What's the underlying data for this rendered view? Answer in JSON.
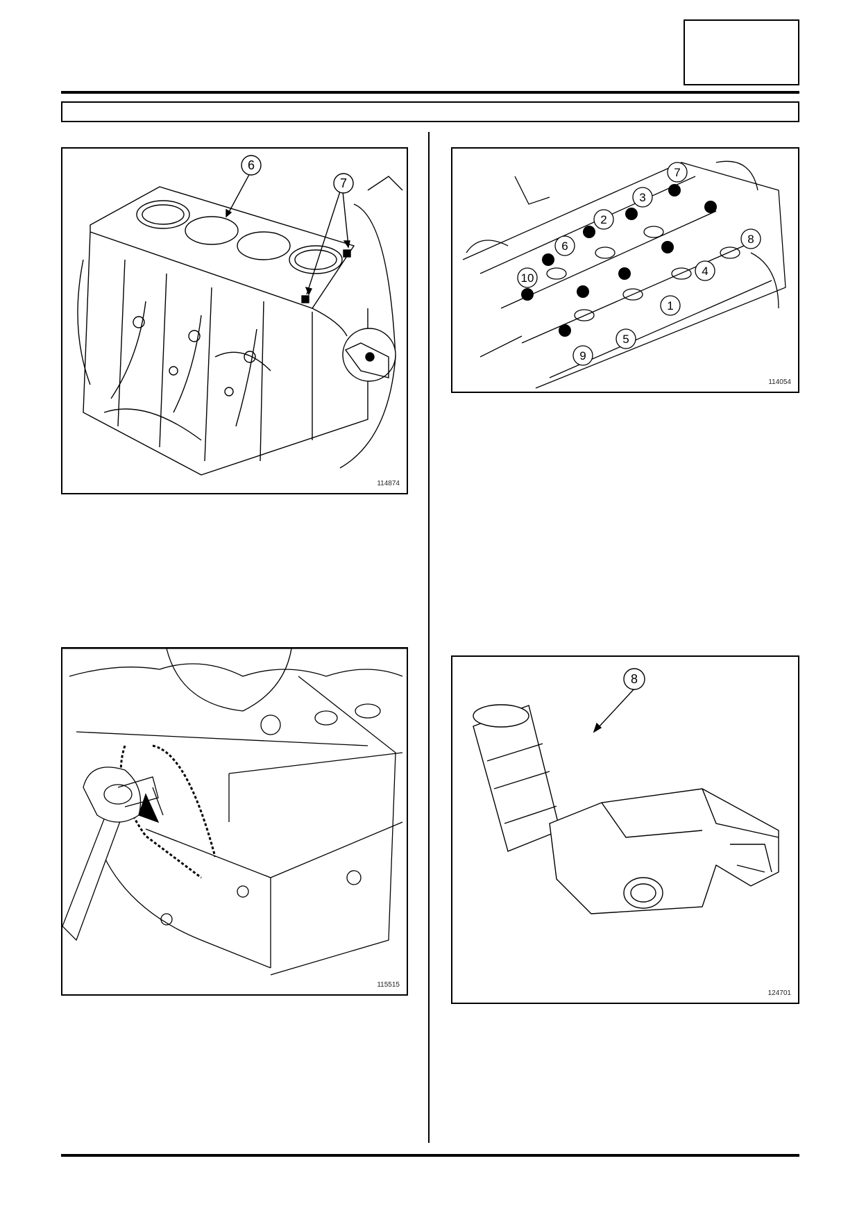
{
  "header": {
    "box_label": "",
    "bar_text": ""
  },
  "figures": [
    {
      "id": "fig-top-left",
      "code": "114874",
      "callouts": [
        "6",
        "7"
      ]
    },
    {
      "id": "fig-top-right",
      "code": "114054",
      "callouts": [
        "7",
        "3",
        "2",
        "6",
        "10",
        "8",
        "4",
        "1",
        "5",
        "9"
      ]
    },
    {
      "id": "fig-bottom-left",
      "code": "115515",
      "callouts": []
    },
    {
      "id": "fig-bottom-right",
      "code": "124701",
      "callouts": [
        "8"
      ]
    }
  ]
}
